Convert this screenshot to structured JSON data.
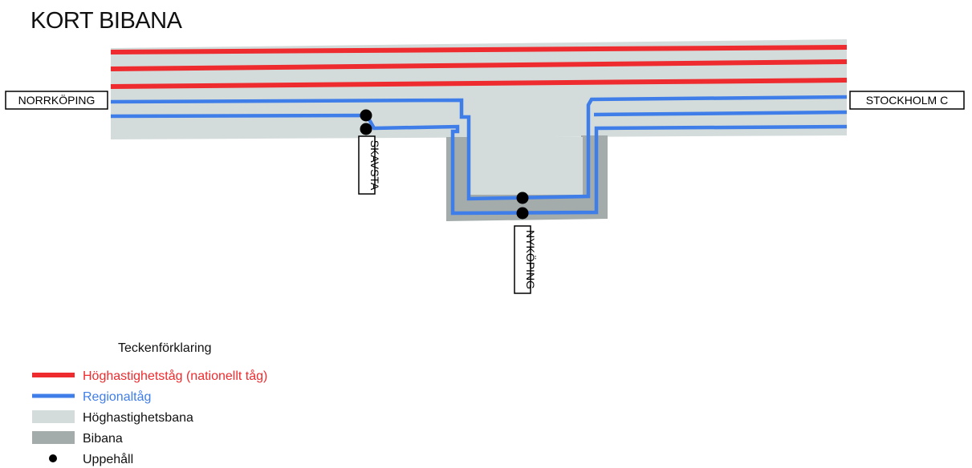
{
  "title": "KORT BIBANA",
  "stations": {
    "norrkoping": "NORRKÖPING",
    "stockholm": "STOCKHOLM C",
    "skavsta": "SKAVSTA",
    "nykoping": "NYKÖPING"
  },
  "legend": {
    "title": "Teckenförklaring",
    "items": [
      {
        "label": "Höghastighetståg (nationellt tåg)",
        "color": "#ee2b2e"
      },
      {
        "label": "Regionaltåg",
        "color": "#3f7ee8"
      },
      {
        "label": "Höghastighetsbana",
        "color": "#d4dcdb"
      },
      {
        "label": "Bibana",
        "color": "#a3abab"
      },
      {
        "label": "Uppehåll",
        "color": "#000000"
      }
    ]
  },
  "colors": {
    "highspeed_train": "#ee2b2e",
    "regional_train": "#3f7ee8",
    "highspeed_track": "#d4dcdb",
    "branch_track": "#a3abab",
    "stop": "#000000"
  }
}
